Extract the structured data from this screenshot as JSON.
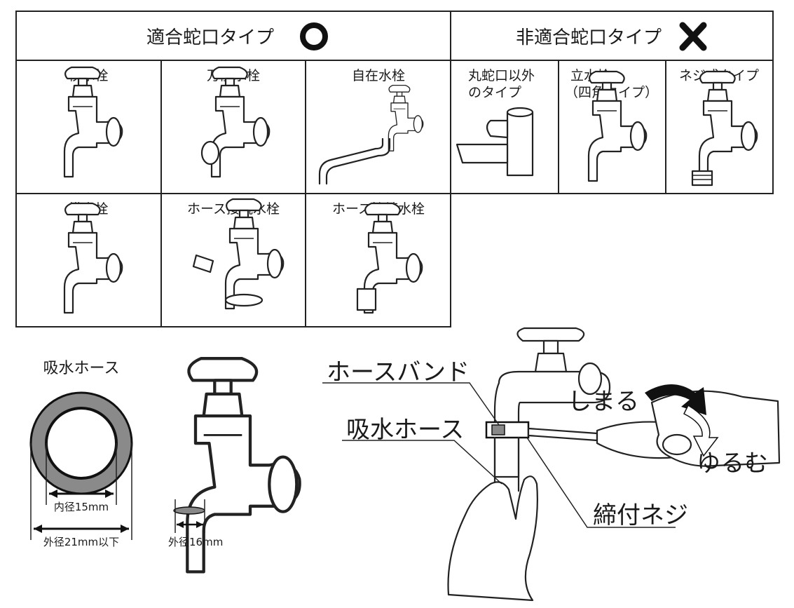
{
  "table": {
    "suitable_header": "適合蛇口タイプ",
    "unsuitable_header": "非適合蛇口タイプ",
    "suitable": [
      {
        "label": "横水栓"
      },
      {
        "label": "万能水栓"
      },
      {
        "label": "自在水栓"
      },
      {
        "label": "横水栓"
      },
      {
        "label": "ホース接続水栓"
      },
      {
        "label": "ホース接続水栓"
      }
    ],
    "unsuitable": [
      {
        "line1": "丸蛇口以外",
        "line2": "のタイプ"
      },
      {
        "line1": "立水栓",
        "line2": "（四角タイプ）"
      },
      {
        "line1": "ネジ式タイプ",
        "line2": ""
      }
    ]
  },
  "hose_section": {
    "title": "吸水ホース",
    "inner_dia": "内径15mm",
    "outer_dia": "外径21mm以下",
    "faucet_outer": "外径16mm"
  },
  "install": {
    "hose_band": "ホースバンド",
    "intake_hose": "吸水ホース",
    "screw": "締付ネジ",
    "tighten": "しまる",
    "loosen": "ゆるむ"
  }
}
